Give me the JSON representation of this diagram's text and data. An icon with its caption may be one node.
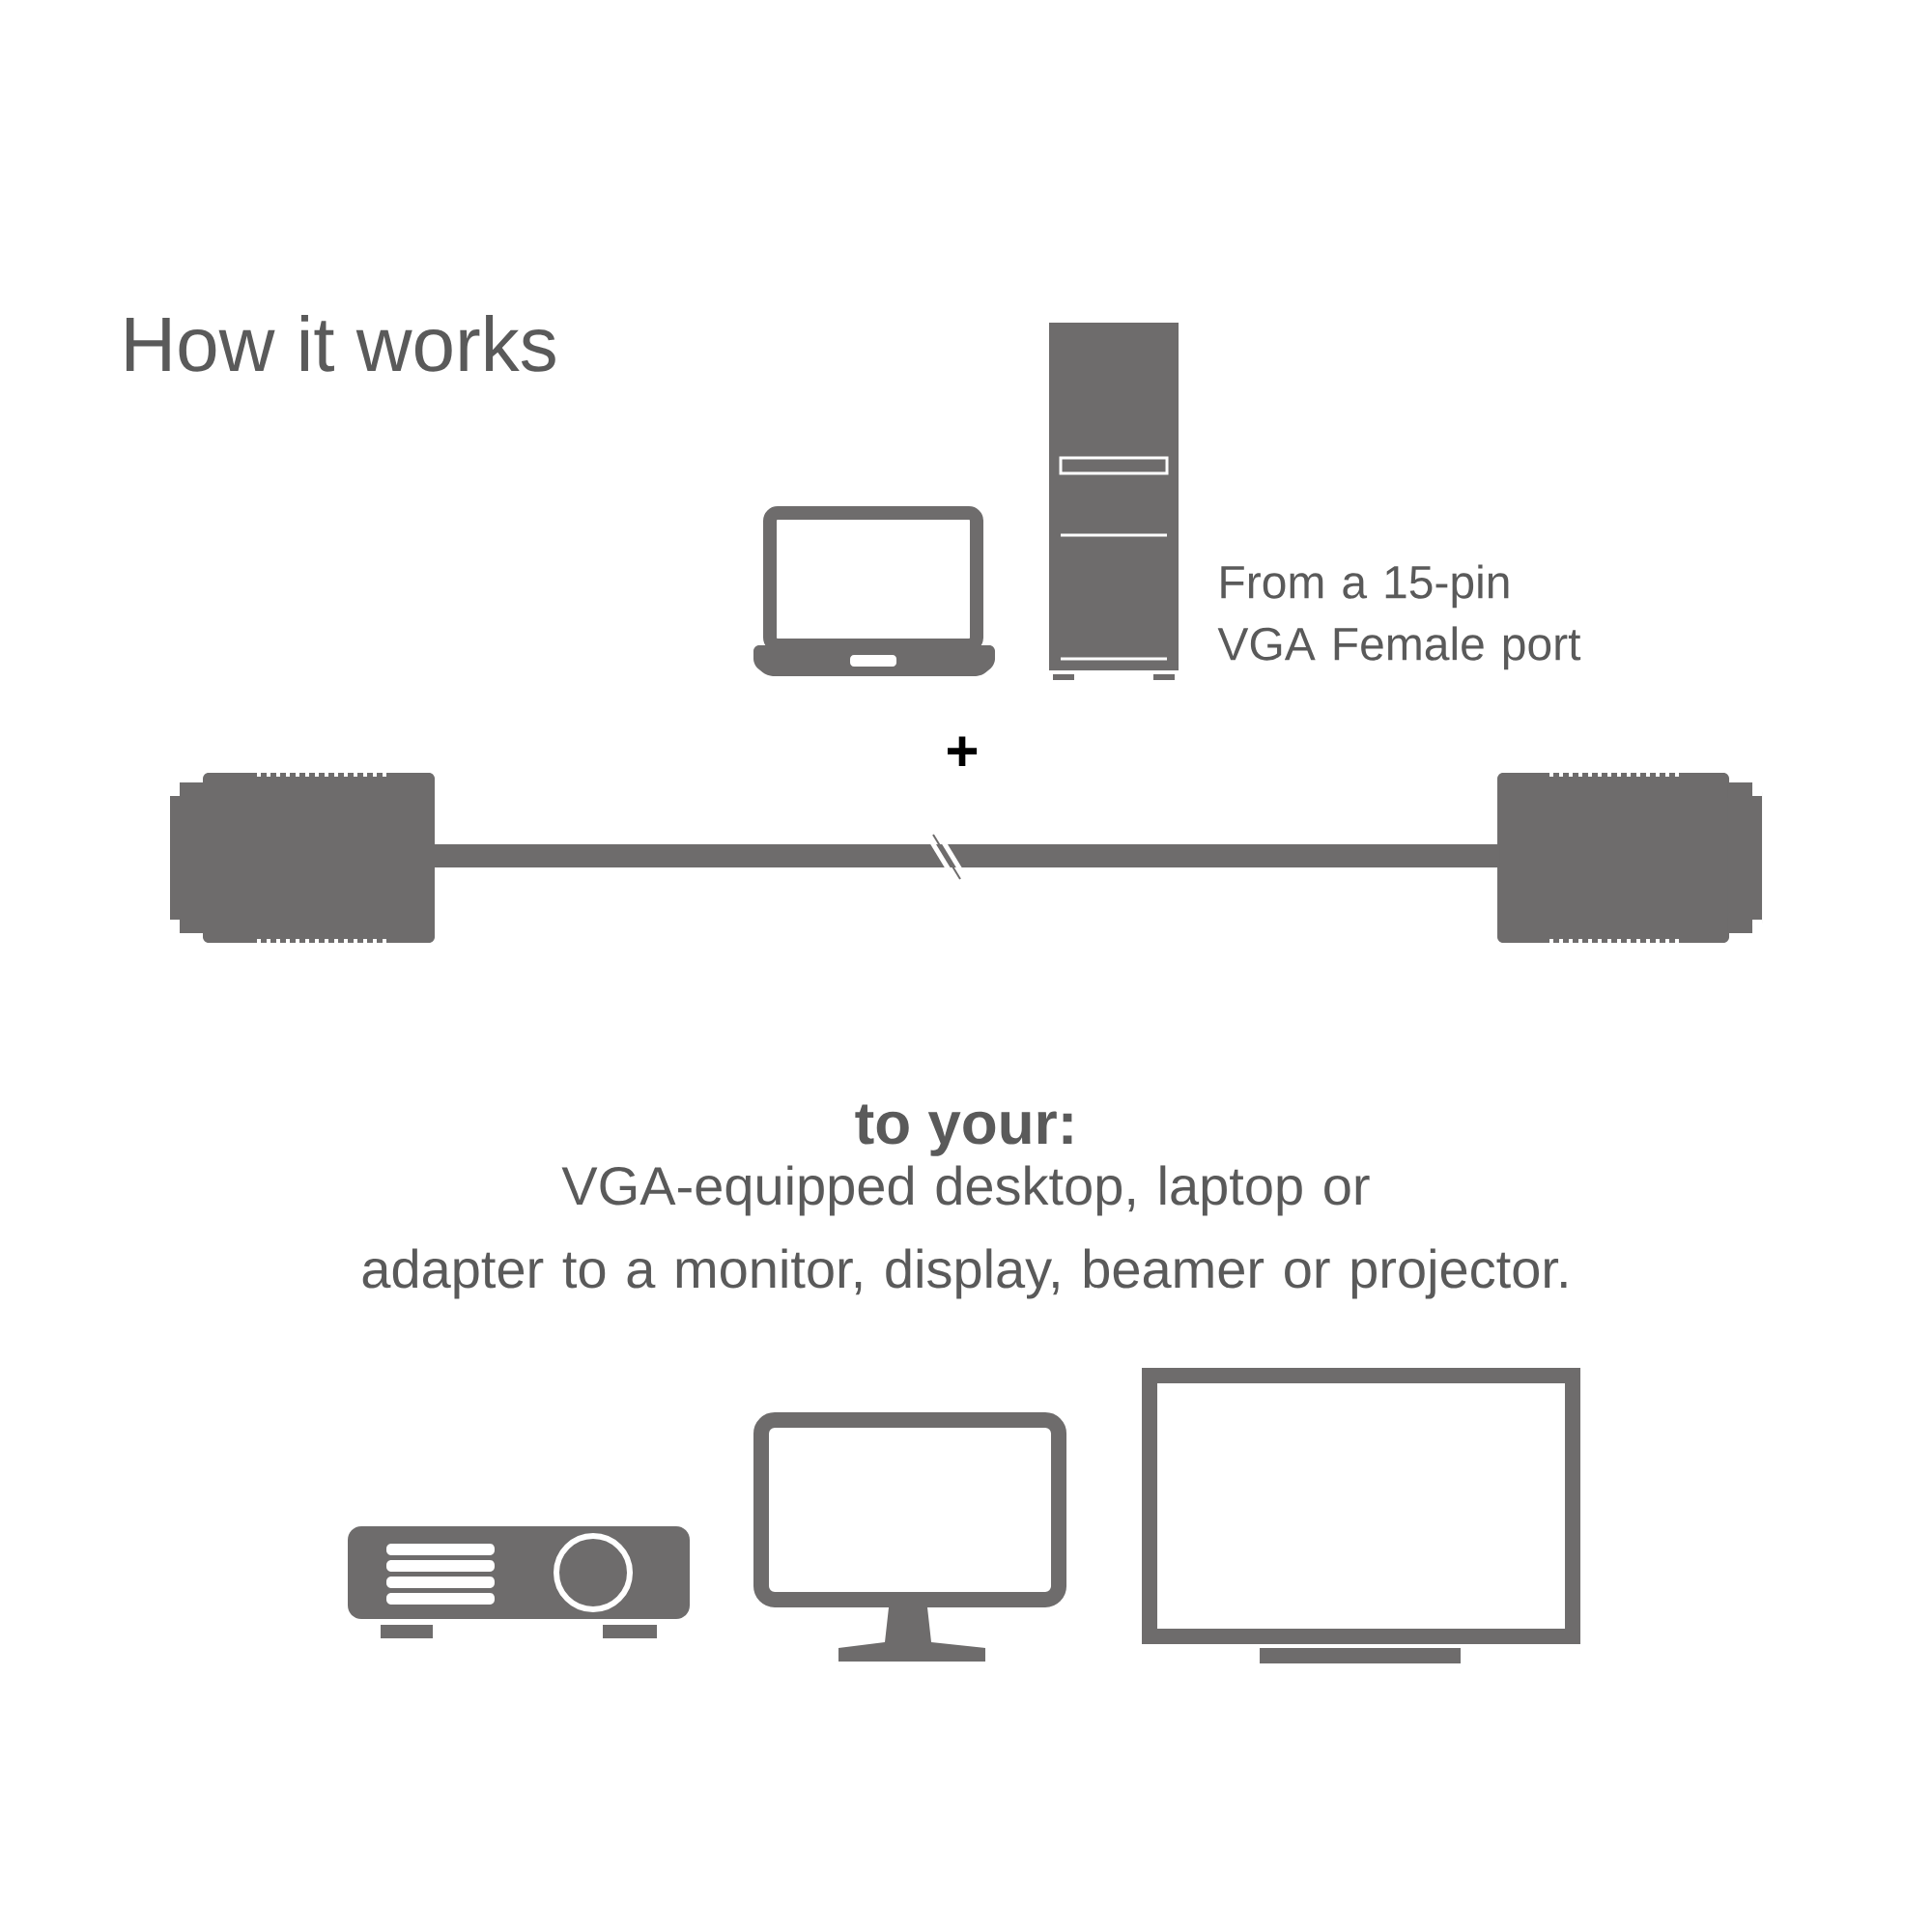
{
  "diagram": {
    "title": "How it works",
    "labels": [
      "From a 15-pin VGA Female port",
      "+",
      "to your:",
      "VGA-equipped desktop, laptop or adapter to a monitor, display, beamer or projector."
    ]
  }
}
